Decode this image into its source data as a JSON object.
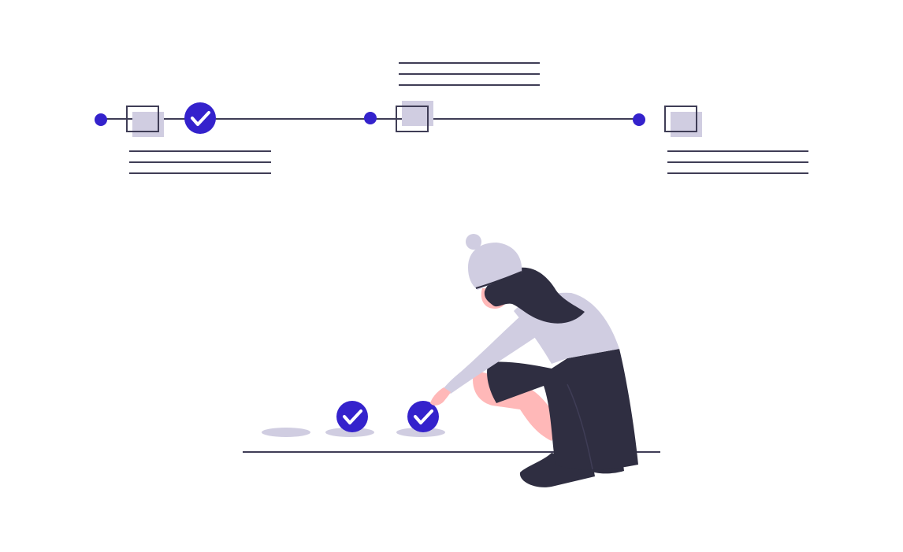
{
  "colors": {
    "accent": "#3422cc",
    "dark": "#2f2e41",
    "light": "#d0cde1",
    "line": "#3f3d56",
    "skin": "#ffb8b8",
    "white": "#ffffff"
  },
  "icons": {
    "milestone": "dot-icon",
    "step": "square-frame-icon",
    "done": "check-circle-icon",
    "text_lines": "text-lines-icon"
  },
  "timeline": {
    "milestone_count": 3,
    "completed_count": 1
  },
  "ground": {
    "slots": 3,
    "checked": 2
  }
}
